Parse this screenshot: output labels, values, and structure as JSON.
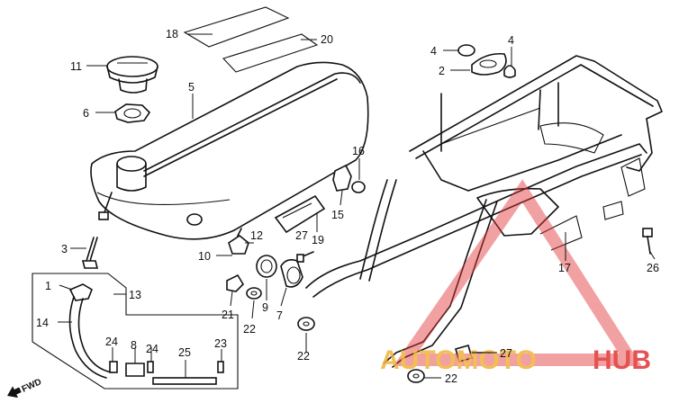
{
  "callouts": [
    {
      "id": "c18",
      "label": "18"
    },
    {
      "id": "c20",
      "label": "20"
    },
    {
      "id": "c11",
      "label": "11"
    },
    {
      "id": "c5",
      "label": "5"
    },
    {
      "id": "c6",
      "label": "6"
    },
    {
      "id": "c4a",
      "label": "4"
    },
    {
      "id": "c4b",
      "label": "4"
    },
    {
      "id": "c2",
      "label": "2"
    },
    {
      "id": "c16",
      "label": "16"
    },
    {
      "id": "c15",
      "label": "15"
    },
    {
      "id": "c3",
      "label": "3"
    },
    {
      "id": "c12",
      "label": "12"
    },
    {
      "id": "c27a",
      "label": "27"
    },
    {
      "id": "c19",
      "label": "19"
    },
    {
      "id": "c10",
      "label": "10"
    },
    {
      "id": "c1",
      "label": "1"
    },
    {
      "id": "c13",
      "label": "13"
    },
    {
      "id": "c14",
      "label": "14"
    },
    {
      "id": "c21",
      "label": "21"
    },
    {
      "id": "c22a",
      "label": "22"
    },
    {
      "id": "c9",
      "label": "9"
    },
    {
      "id": "c7",
      "label": "7"
    },
    {
      "id": "c22b",
      "label": "22"
    },
    {
      "id": "c17",
      "label": "17"
    },
    {
      "id": "c26",
      "label": "26"
    },
    {
      "id": "c24a",
      "label": "24"
    },
    {
      "id": "c8",
      "label": "8"
    },
    {
      "id": "c24b",
      "label": "24"
    },
    {
      "id": "c25",
      "label": "25"
    },
    {
      "id": "c23",
      "label": "23"
    },
    {
      "id": "c27b",
      "label": "27"
    },
    {
      "id": "c22c",
      "label": "22"
    }
  ],
  "fwd_label": "FWD",
  "watermark": {
    "part1": "AUTOMOTO",
    "part2": "HUB",
    "color_a": "#f2b23a",
    "color_b": "#e03434"
  }
}
